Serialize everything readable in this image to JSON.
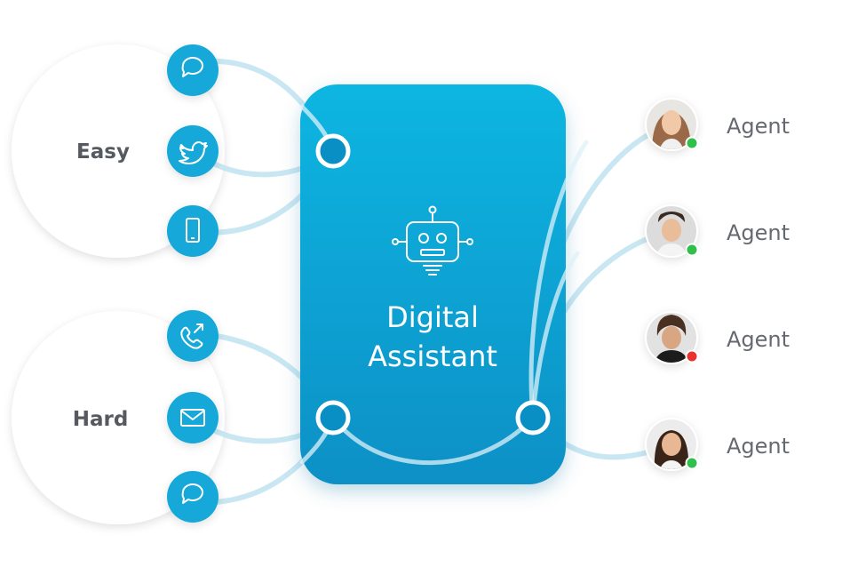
{
  "groups": [
    {
      "label": "Easy",
      "channels": [
        "chat-bubble-icon",
        "twitter-bird-icon",
        "mobile-phone-icon"
      ]
    },
    {
      "label": "Hard",
      "channels": [
        "phone-call-icon",
        "email-envelope-icon",
        "chat-bubble-icon"
      ]
    }
  ],
  "assistant": {
    "line1": "Digital",
    "line2": "Assistant",
    "icon": "robot-icon"
  },
  "agents": [
    {
      "label": "Agent",
      "status": "online",
      "status_color": "#2fbf4a"
    },
    {
      "label": "Agent",
      "status": "online",
      "status_color": "#2fbf4a"
    },
    {
      "label": "Agent",
      "status": "busy",
      "status_color": "#e8322e"
    },
    {
      "label": "Agent",
      "status": "online",
      "status_color": "#2fbf4a"
    }
  ],
  "colors": {
    "accent": "#12a8d8",
    "card_top": "#08b4df",
    "card_bottom": "#0b8fc4",
    "connector": "#bfe3f0",
    "group_label": "#555a60",
    "agent_label": "#666a70"
  }
}
